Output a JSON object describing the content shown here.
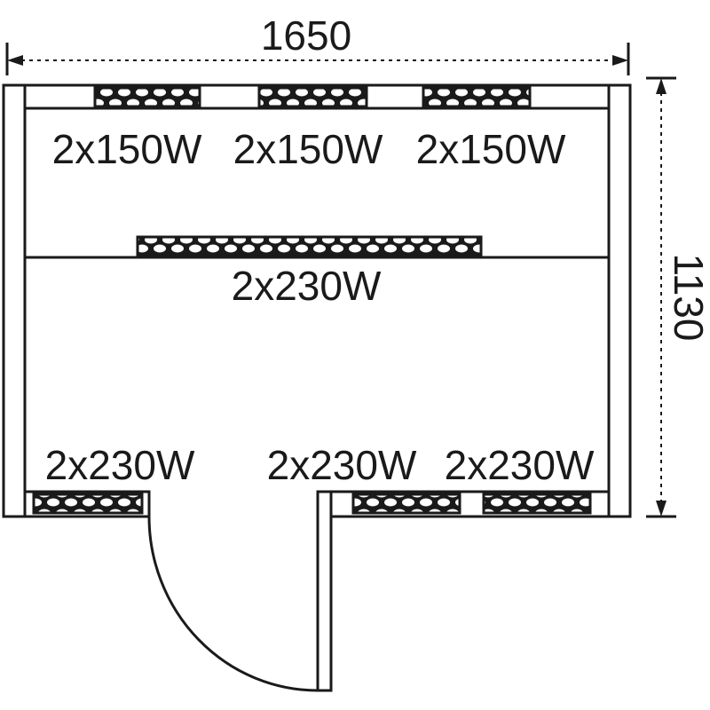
{
  "diagram": {
    "width_dimension": "1650",
    "depth_dimension": "1130",
    "heaters_top": [
      "2x150W",
      "2x150W",
      "2x150W"
    ],
    "heater_middle": "2x230W",
    "heaters_bottom": [
      "2x230W",
      "2x230W",
      "2x230W"
    ],
    "line_color": "#1a1a1a"
  }
}
